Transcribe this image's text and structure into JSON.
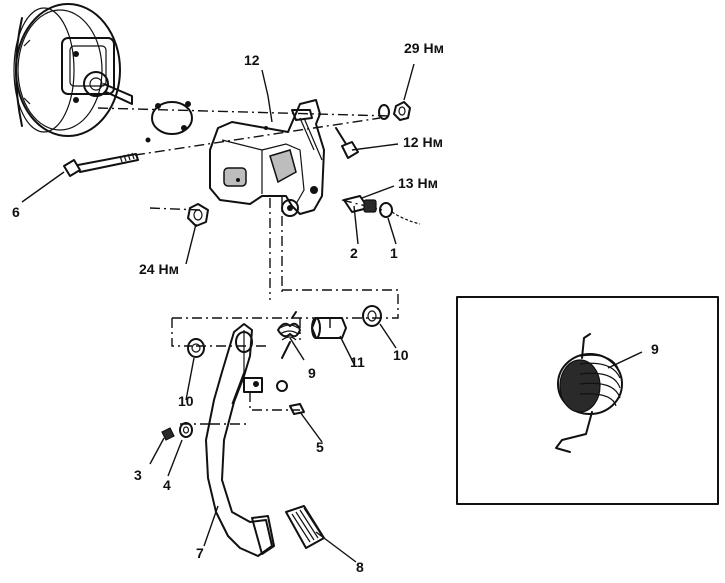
{
  "labels": {
    "l1": "1",
    "l2": "2",
    "l3": "3",
    "l4": "4",
    "l5": "5",
    "l6": "6",
    "l7": "7",
    "l8": "8",
    "l9": "9",
    "l9inset": "9",
    "l10a": "10",
    "l10b": "10",
    "l11": "11",
    "l12": "12",
    "t29": "29 Нм",
    "t12": "12 Нм",
    "t13": "13 Нм",
    "t24": "24 Нм"
  }
}
